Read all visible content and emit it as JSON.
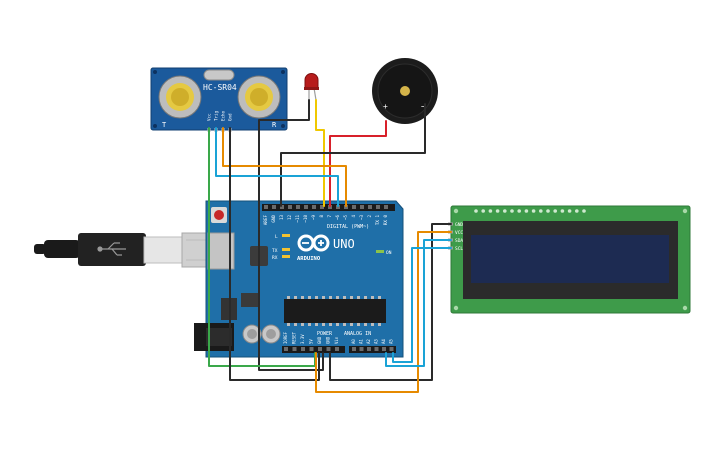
{
  "sensor": {
    "model": "HC-SR04",
    "left_mark": "T",
    "right_mark": "R",
    "pins": [
      "Vcc",
      "Trig",
      "Echo",
      "Gnd"
    ]
  },
  "buzzer": {
    "plus": "+",
    "minus": "−"
  },
  "arduino": {
    "brand": "ARDUINO",
    "model": "UNO",
    "digital_label": "DIGITAL (PWM~)",
    "digital_pins": [
      "AREF",
      "GND",
      "13",
      "12",
      "~11",
      "~10",
      "~9",
      "8",
      "7",
      "~6",
      "~5",
      "4",
      "~3",
      "2",
      "TX 1",
      "RX 0"
    ],
    "power_label": "POWER",
    "power_pins": [
      "IOREF",
      "RESET",
      "3.3V",
      "5V",
      "GND",
      "GND",
      "Vin"
    ],
    "analog_label": "ANALOG IN",
    "analog_pins": [
      "A0",
      "A1",
      "A2",
      "A3",
      "A4",
      "A5"
    ],
    "led_l": "L",
    "led_tx": "TX",
    "led_rx": "RX",
    "led_on": "ON"
  },
  "lcd": {
    "pins": [
      "GND",
      "VCC",
      "SDA",
      "SCL"
    ]
  },
  "colors": {
    "board_blue": "#1f6fa8",
    "lcd_green": "#3e9b4a",
    "lcd_screen": "#1d2b52",
    "wire_orange": "#e68a00",
    "wire_blue": "#1aa3d6",
    "wire_green": "#3aa84a",
    "wire_red": "#d8202a",
    "wire_yellow": "#f0c800",
    "wire_black": "#2a2a2a"
  }
}
